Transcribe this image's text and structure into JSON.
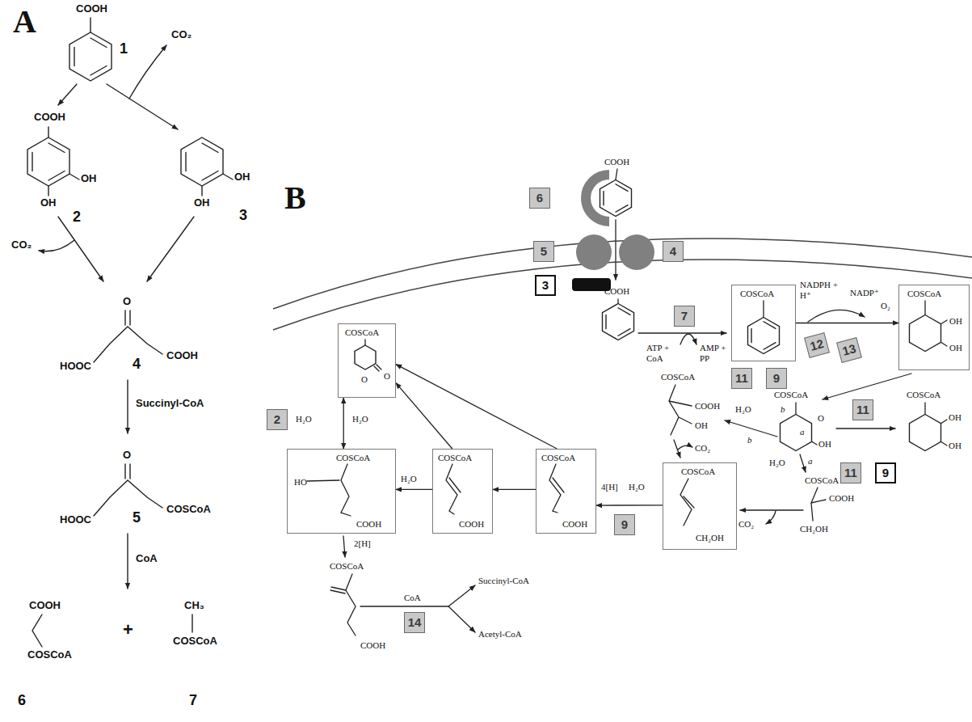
{
  "diagram": {
    "nodes": [
      {
        "text": [
          "6"
        ]
      },
      {
        "text": [
          "5"
        ]
      },
      {
        "text": [
          "4"
        ]
      },
      {
        "text": [
          "3"
        ]
      },
      {
        "text": [
          "7"
        ]
      },
      {
        "text": [
          "COSCoA"
        ]
      },
      {
        "text": [
          "12"
        ]
      },
      {
        "text": [
          "13"
        ]
      },
      {
        "text": [
          "COSCoA",
          "OH",
          "OH"
        ]
      },
      {
        "text": [
          "11"
        ]
      },
      {
        "text": [
          "9"
        ]
      },
      {
        "text": [
          "11"
        ]
      },
      {
        "text": [
          "11"
        ]
      },
      {
        "text": [
          "9"
        ]
      },
      {
        "text": [
          "COSCoA",
          "O",
          "O"
        ]
      },
      {
        "text": [
          "2"
        ]
      },
      {
        "text": [
          "HO",
          "COSCoA",
          "COOH"
        ]
      },
      {
        "text": [
          "COSCoA",
          "COOH"
        ]
      },
      {
        "text": [
          "COSCoA",
          "COOH"
        ]
      },
      {
        "text": [
          "COSCoA",
          "CH₂OH"
        ]
      },
      {
        "text": [
          "9"
        ]
      },
      {
        "text": [
          "14"
        ]
      }
    ],
    "edges": [
      {
        "from": 5,
        "to": 8,
        "arrow": "to"
      },
      {
        "from": 19,
        "to": 18,
        "arrow": "to"
      },
      {
        "from": 18,
        "to": 17,
        "arrow": "to"
      },
      {
        "from": 17,
        "to": 16,
        "arrow": "to"
      },
      {
        "from": 17,
        "to": 14,
        "arrow": "to"
      },
      {
        "from": 18,
        "to": 14,
        "arrow": "to"
      },
      {
        "from": 16,
        "to": 14,
        "arrow": "both"
      }
    ],
    "labels": [
      "A",
      "COOH",
      "1",
      "CO₂",
      "COOH",
      "OH",
      "OH",
      "2",
      "OH",
      "OH",
      "3",
      "CO₂",
      "O",
      "HOOC",
      "4",
      "COOH",
      "Succinyl-CoA",
      "O",
      "HOOC",
      "5",
      "COSCoA",
      "CoA",
      "COOH",
      "COSCoA",
      "6",
      "+",
      "CH₃",
      "COSCoA",
      "7",
      "B",
      "COOH",
      "COOH",
      "ATP + CoA",
      "AMP + PP",
      "NADPH + H⁺",
      "NADP⁺",
      "O₂",
      "COSCoA",
      "OH",
      "OH",
      "COSCoA",
      "O",
      "b",
      "a",
      "OH",
      "H₂O",
      "b",
      "H₂O",
      "a",
      "COSCoA",
      "COOH",
      "OH",
      "CO₂",
      "COSCoA",
      "COOH",
      "CH₂OH",
      "CO₂",
      "4[H]",
      "H₂O",
      "H₂O",
      "H₂O",
      "H₂O",
      "2[H]",
      "COSCoA",
      "COOH",
      "CoA",
      "Succinyl-CoA",
      "Acetyl-CoA"
    ]
  }
}
